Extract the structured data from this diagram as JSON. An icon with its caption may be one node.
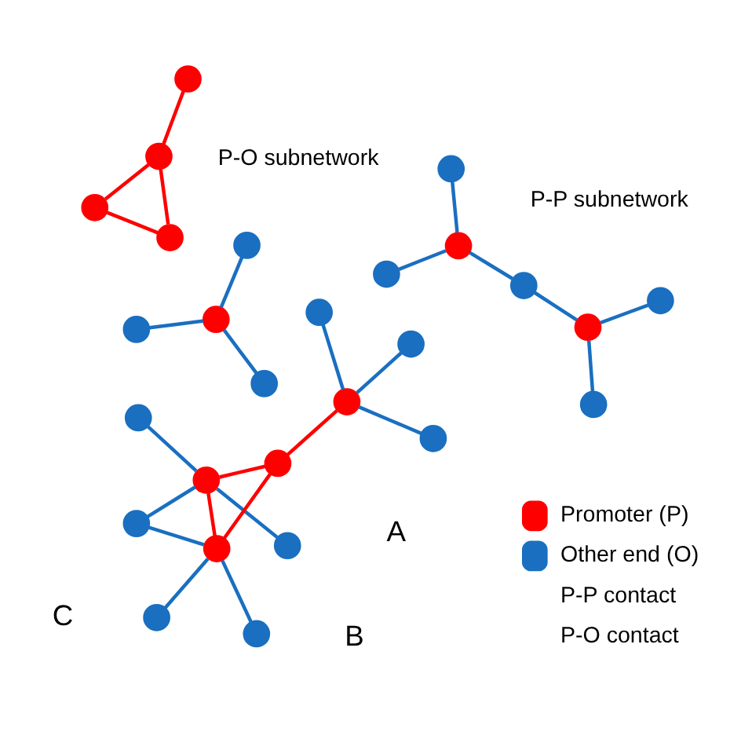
{
  "diagram": {
    "nodes": [
      {
        "text": [],
        "shape": "circle"
      },
      {
        "text": [],
        "shape": "circle"
      },
      {
        "text": [],
        "shape": "circle"
      },
      {
        "text": [],
        "shape": "circle"
      },
      {
        "text": [],
        "shape": "circle"
      },
      {
        "text": [],
        "shape": "circle"
      },
      {
        "text": [],
        "shape": "circle"
      },
      {
        "text": [],
        "shape": "circle"
      },
      {
        "text": [],
        "shape": "circle"
      },
      {
        "text": [],
        "shape": "circle"
      },
      {
        "text": [],
        "shape": "circle"
      },
      {
        "text": [],
        "shape": "circle"
      },
      {
        "text": [],
        "shape": "circle"
      },
      {
        "text": [],
        "shape": "circle"
      },
      {
        "text": [],
        "shape": "circle"
      },
      {
        "text": [],
        "shape": "circle"
      },
      {
        "text": [],
        "shape": "circle"
      },
      {
        "text": [],
        "shape": "circle"
      },
      {
        "text": [],
        "shape": "circle"
      },
      {
        "text": [],
        "shape": "circle"
      },
      {
        "text": [],
        "shape": "circle"
      },
      {
        "text": [],
        "shape": "circle"
      },
      {
        "text": [],
        "shape": "circle"
      },
      {
        "text": [],
        "shape": "circle"
      },
      {
        "text": [],
        "shape": "circle"
      },
      {
        "text": [],
        "shape": "circle"
      },
      {
        "text": [],
        "shape": "circle"
      }
    ],
    "edges": [
      {
        "from": 2,
        "to": 0,
        "arrow": "none"
      },
      {
        "from": 2,
        "to": 1,
        "arrow": "none"
      },
      {
        "from": 2,
        "to": 3,
        "arrow": "none"
      },
      {
        "from": 3,
        "to": 6,
        "arrow": "none"
      },
      {
        "from": 2,
        "to": 4,
        "arrow": "none",
        "color": "#ff0000"
      },
      {
        "from": 2,
        "to": 6,
        "arrow": "none",
        "color": "#ff0000"
      },
      {
        "from": 6,
        "to": 4,
        "arrow": "none",
        "color": "#ff0000"
      },
      {
        "from": 4,
        "to": 7,
        "arrow": "none",
        "color": "#ff0000"
      },
      {
        "from": 7,
        "to": 5,
        "arrow": "none"
      },
      {
        "from": 7,
        "to": 9,
        "arrow": "none"
      },
      {
        "from": 7,
        "to": 11,
        "arrow": "none"
      },
      {
        "from": 6,
        "to": 8,
        "arrow": "none"
      },
      {
        "from": 6,
        "to": 10,
        "arrow": "none"
      },
      {
        "from": 12,
        "to": 13,
        "arrow": "none",
        "color": "#ff0000"
      },
      {
        "from": 12,
        "to": 14,
        "arrow": "none",
        "color": "#ff0000"
      },
      {
        "from": 14,
        "to": 13,
        "arrow": "none",
        "color": "#ff0000"
      },
      {
        "from": 13,
        "to": 15,
        "arrow": "none",
        "color": "#ff0000"
      },
      {
        "from": 18,
        "to": 16,
        "arrow": "none"
      },
      {
        "from": 18,
        "to": 17,
        "arrow": "none"
      },
      {
        "from": 18,
        "to": 19,
        "arrow": "none"
      },
      {
        "from": 19,
        "to": 21,
        "arrow": "none"
      },
      {
        "from": 21,
        "to": 22,
        "arrow": "none"
      },
      {
        "from": 21,
        "to": 25,
        "arrow": "none"
      },
      {
        "from": 23,
        "to": 20,
        "arrow": "none"
      },
      {
        "from": 23,
        "to": 24,
        "arrow": "none"
      },
      {
        "from": 23,
        "to": 26,
        "arrow": "none"
      }
    ],
    "labels": [
      "A",
      "B",
      "P-P subnetwork",
      "P-O subnetwork",
      "C"
    ],
    "legend": [
      {
        "text": "Promoter (P)",
        "color": "#ff0000"
      },
      {
        "text": "Other end (O)",
        "color": "#1a6fc0"
      },
      {
        "text": "P-P contact"
      },
      {
        "text": "P-O contact"
      }
    ]
  }
}
